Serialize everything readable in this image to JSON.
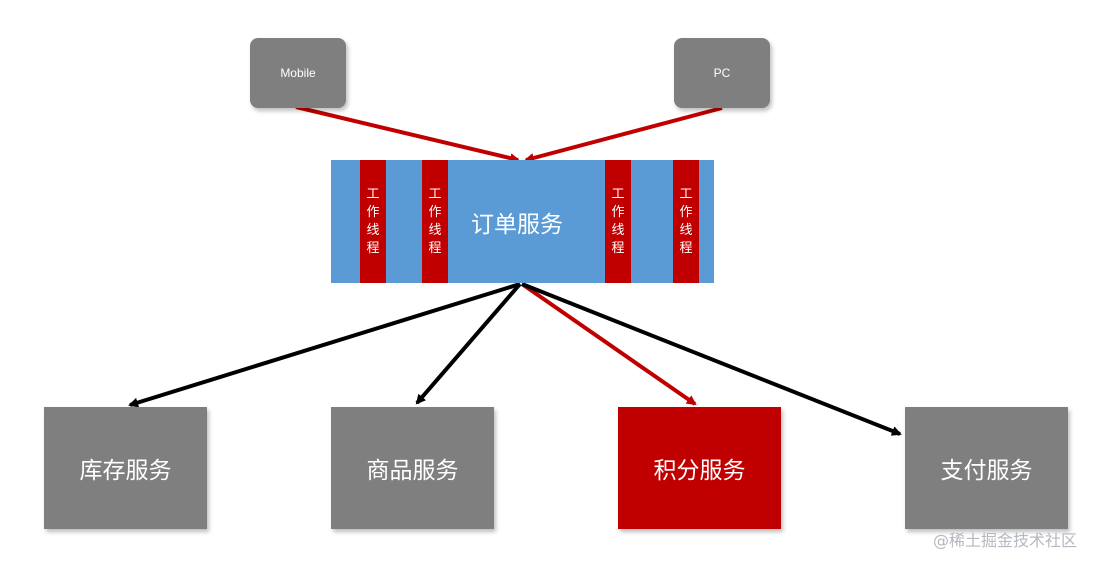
{
  "clients": {
    "mobile": "Mobile",
    "pc": "PC"
  },
  "order_service": {
    "label": "订单服务",
    "threads": [
      [
        "工",
        "作",
        "线",
        "程"
      ],
      [
        "工",
        "作",
        "线",
        "程"
      ],
      [
        "工",
        "作",
        "线",
        "程"
      ],
      [
        "工",
        "作",
        "线",
        "程"
      ]
    ]
  },
  "services": {
    "inventory": "库存服务",
    "product": "商品服务",
    "points": "积分服务",
    "payment": "支付服务"
  },
  "watermark": "@稀土掘金技术社区",
  "colors": {
    "client_gray": "#7f7f7f",
    "order_blue": "#5b9bd5",
    "thread_red": "#c00000",
    "highlight_red": "#c00000",
    "arrow_black": "#000000",
    "arrow_red": "#c00000"
  }
}
